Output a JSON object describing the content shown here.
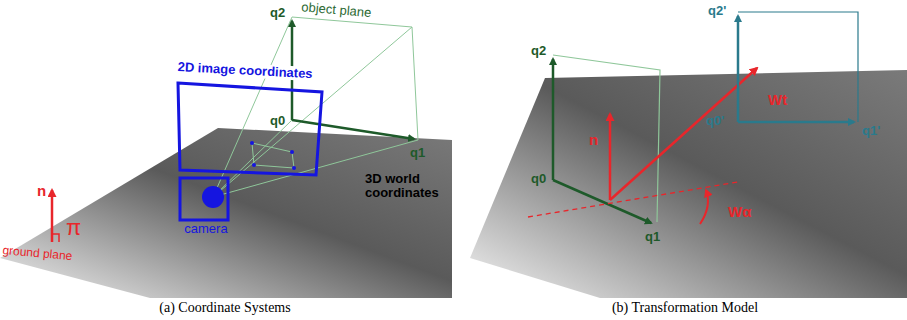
{
  "diagram": {
    "nodes": [
      {
        "text": [
          "2D image coordinates"
        ]
      },
      {
        "text": [
          "camera"
        ]
      }
    ],
    "labels": [
      "object plane",
      "q2",
      "q0",
      "q1",
      "3D world coordinates",
      "n",
      "π",
      "ground plane",
      "(a) Coordinate Systems",
      "q2",
      "n",
      "q0",
      "q1",
      "Wt",
      "Wα",
      "q2'",
      "q0'",
      "q1'",
      "(b) Transformation Model"
    ]
  }
}
